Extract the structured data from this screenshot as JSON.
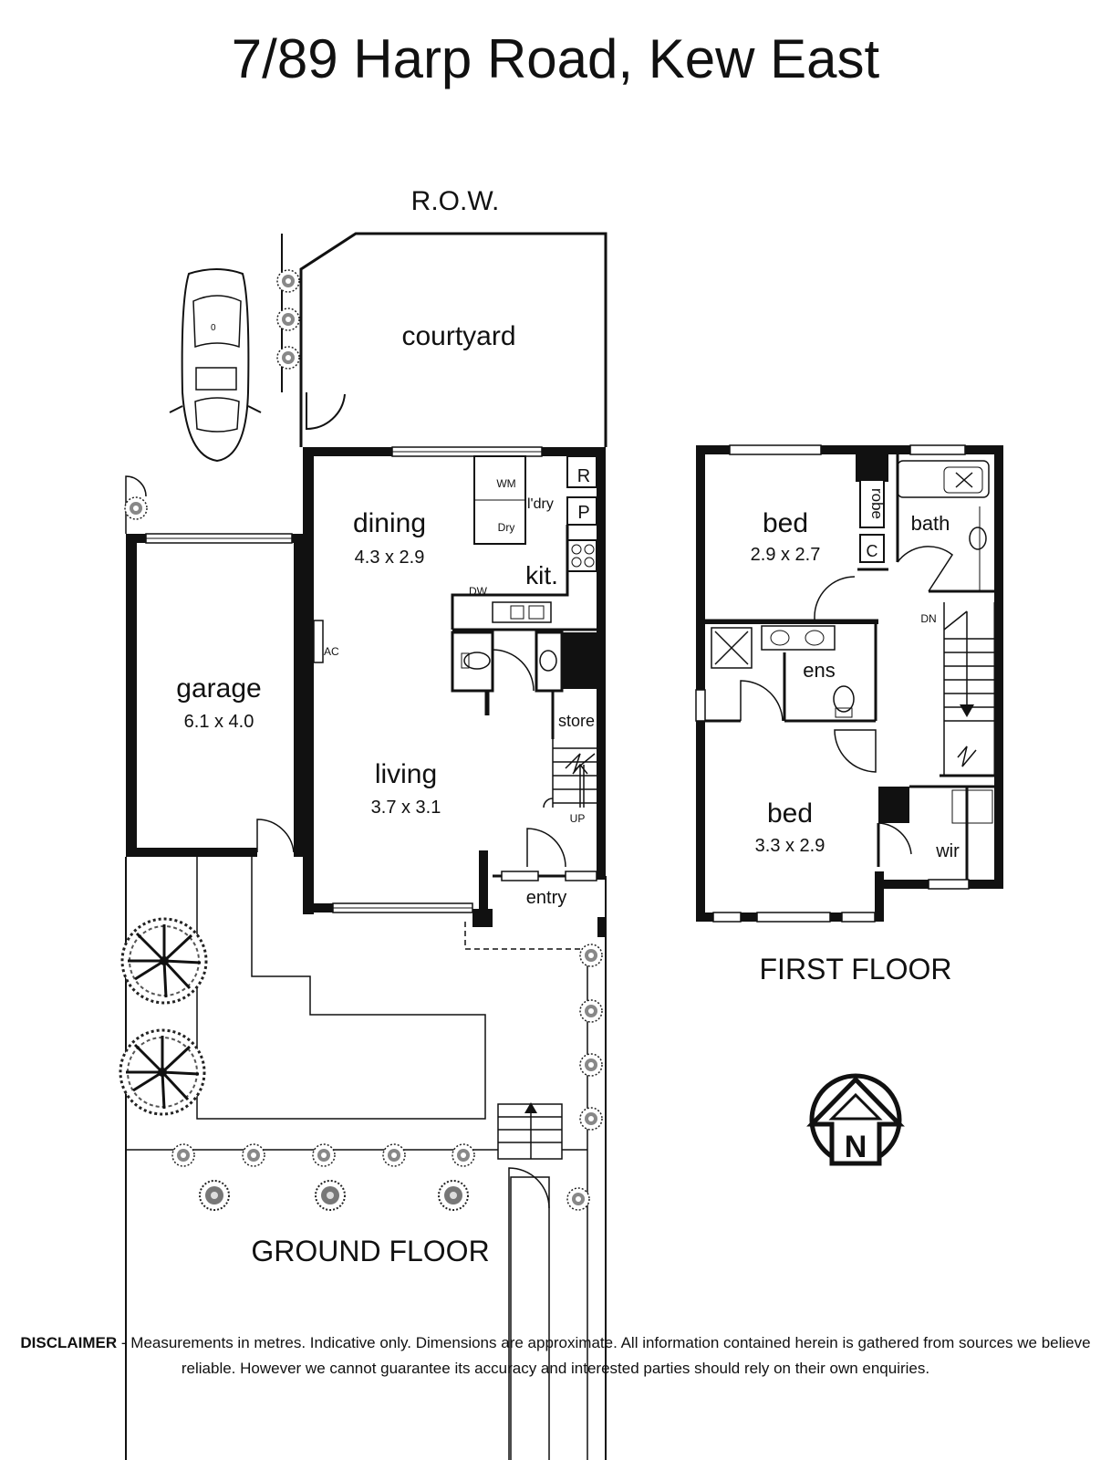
{
  "title": "7/89 Harp Road, Kew East",
  "row_label": "R.O.W.",
  "ground_floor": {
    "label": "GROUND FLOOR",
    "rooms": {
      "courtyard": "courtyard",
      "dining": "dining",
      "dining_dims": "4.3 x 2.9",
      "kitchen": "kit.",
      "laundry": "l'dry",
      "wm": "WM",
      "dry": "Dry",
      "refrigerator": "R",
      "pantry": "P",
      "dw": "DW",
      "ac": "AC",
      "garage": "garage",
      "garage_dims": "6.1 x 4.0",
      "living": "living",
      "living_dims": "3.7 x 3.1",
      "store": "store",
      "up": "UP",
      "entry": "entry"
    }
  },
  "first_floor": {
    "label": "FIRST FLOOR",
    "rooms": {
      "bed1": "bed",
      "bed1_dims": "2.9 x 2.7",
      "robe": "robe",
      "closet": "C",
      "bath": "bath",
      "ensuite": "ens",
      "dn": "DN",
      "bed2": "bed",
      "bed2_dims": "3.3 x 2.9",
      "wir": "wir"
    }
  },
  "compass": {
    "letter": "N"
  },
  "car_marker": "0",
  "disclaimer": {
    "heading": "DISCLAIMER",
    "text": " - Measurements in metres. Indicative only. Dimensions are approximate. All information contained herein is gathered from sources we believe reliable. However we cannot guarantee its accuracy and interested parties should rely on their own enquiries."
  }
}
